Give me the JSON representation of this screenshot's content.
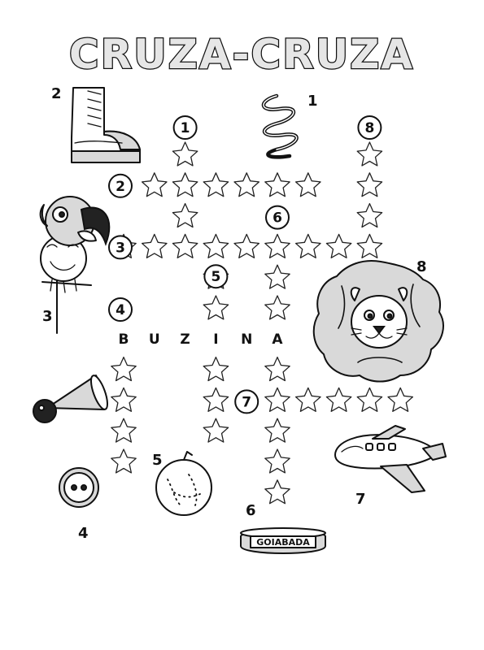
{
  "title": "CRUZA-CRUZA",
  "words": [
    {
      "number": "1",
      "dir": "down",
      "row": 0,
      "col": 2,
      "length": 3,
      "letters": []
    },
    {
      "number": "2",
      "dir": "across",
      "row": 1,
      "col": 1,
      "length": 6,
      "letters": []
    },
    {
      "number": "3",
      "dir": "across",
      "row": 3,
      "col": 0,
      "length": 8,
      "letters": []
    },
    {
      "number": "4",
      "dir": "across",
      "row": 6,
      "col": 0,
      "length": 6,
      "letters": [
        "B",
        "U",
        "Z",
        "I",
        "N",
        "A"
      ]
    },
    {
      "number": "4",
      "dir": "down",
      "row": 6,
      "col": 0,
      "length": 5,
      "letters": []
    },
    {
      "number": "5",
      "dir": "down",
      "row": 4,
      "col": 3,
      "length": 6,
      "letters": []
    },
    {
      "number": "6",
      "dir": "down",
      "row": 3,
      "col": 5,
      "length": 9,
      "letters": []
    },
    {
      "number": "7",
      "dir": "across",
      "row": 8,
      "col": 5,
      "length": 5,
      "letters": []
    },
    {
      "number": "8",
      "dir": "down",
      "row": 0,
      "col": 8,
      "length": 4,
      "letters": []
    }
  ],
  "clue_markers": [
    {
      "number": "1",
      "key": "n1"
    },
    {
      "number": "8",
      "key": "n8"
    },
    {
      "number": "2",
      "key": "n2"
    },
    {
      "number": "6",
      "key": "n6"
    },
    {
      "number": "3",
      "key": "n3"
    },
    {
      "number": "5",
      "key": "n5"
    },
    {
      "number": "4",
      "key": "n4"
    },
    {
      "number": "7",
      "key": "n7"
    }
  ],
  "pictures": [
    {
      "number": "1",
      "icon": "spring-icon"
    },
    {
      "number": "2",
      "icon": "boot-icon"
    },
    {
      "number": "3",
      "icon": "parrot-icon"
    },
    {
      "number": "4",
      "icon": "button-icon"
    },
    {
      "number": "5",
      "icon": "orange-icon"
    },
    {
      "number": "6",
      "icon": "goiabada-jar-icon",
      "label": "GOIABADA"
    },
    {
      "number": "7",
      "icon": "airplane-icon"
    },
    {
      "number": "8",
      "icon": "lion-icon"
    },
    {
      "icon": "horn-icon"
    }
  ]
}
